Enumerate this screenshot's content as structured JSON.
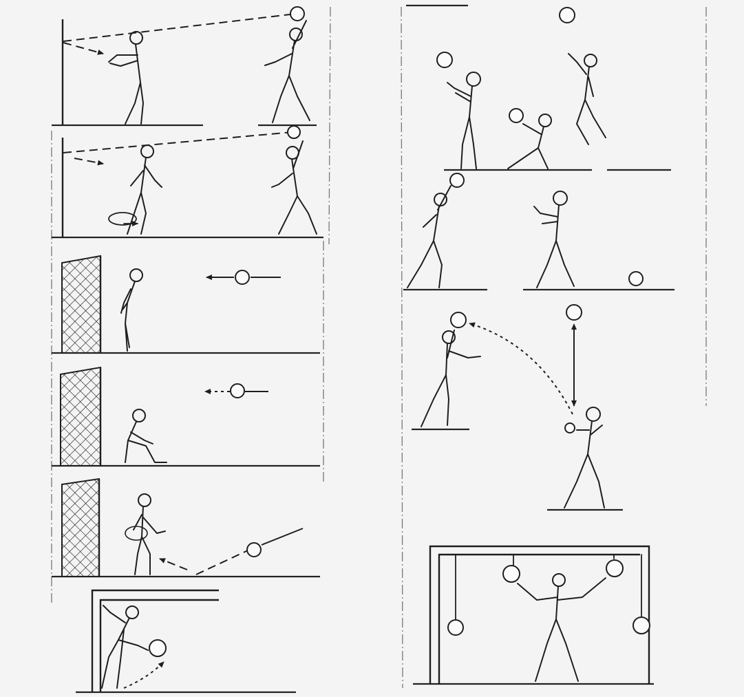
{
  "figure": {
    "left_column": {
      "panels": [
        {
          "drill": "wall-throw-catch"
        },
        {
          "drill": "wall-throw-bounce-catch"
        },
        {
          "drill": "goal-rolling-ball"
        },
        {
          "drill": "goal-seated-rolling-ball"
        },
        {
          "drill": "goal-low-bounce-ball"
        },
        {
          "drill": "goal-corner-save"
        }
      ]
    },
    "right_column": {
      "panels": [
        {
          "drill": "high-ball-catch-trio"
        },
        {
          "drill": "pair-pass-with-ball"
        },
        {
          "drill": "lob-and-vertical-ball"
        },
        {
          "drill": "hanging-balls-frame"
        }
      ]
    }
  }
}
